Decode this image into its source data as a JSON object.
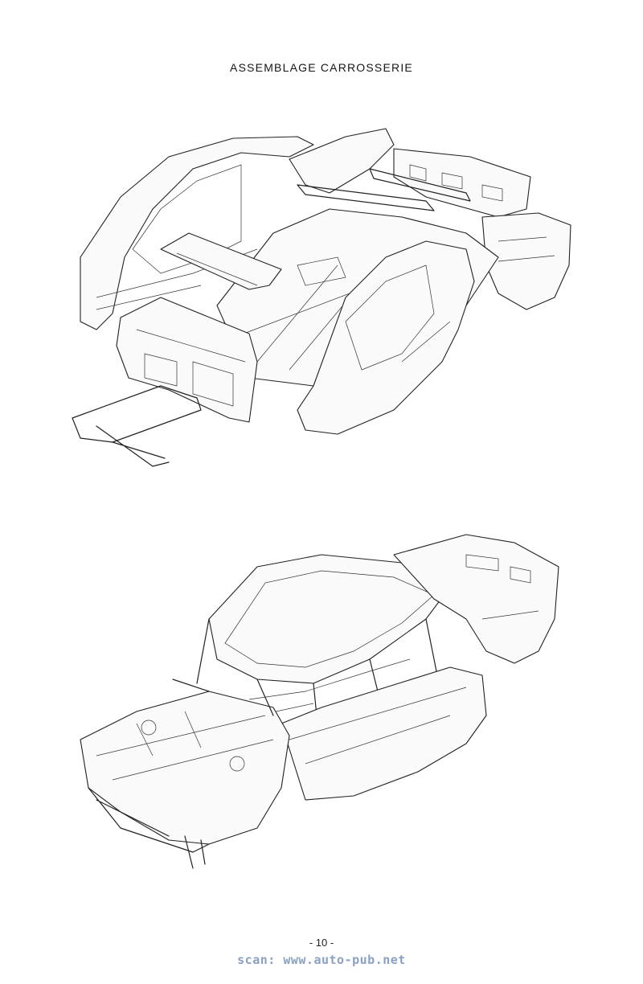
{
  "page": {
    "title": "ASSEMBLAGE CARROSSERIE",
    "page_number": "- 10 -",
    "credit": "scan: www.auto-pub.net"
  },
  "illustrations": [
    {
      "name": "exploded-body-assembly",
      "kind": "technical line drawing"
    },
    {
      "name": "assembled-body-shell",
      "kind": "technical line drawing"
    }
  ]
}
